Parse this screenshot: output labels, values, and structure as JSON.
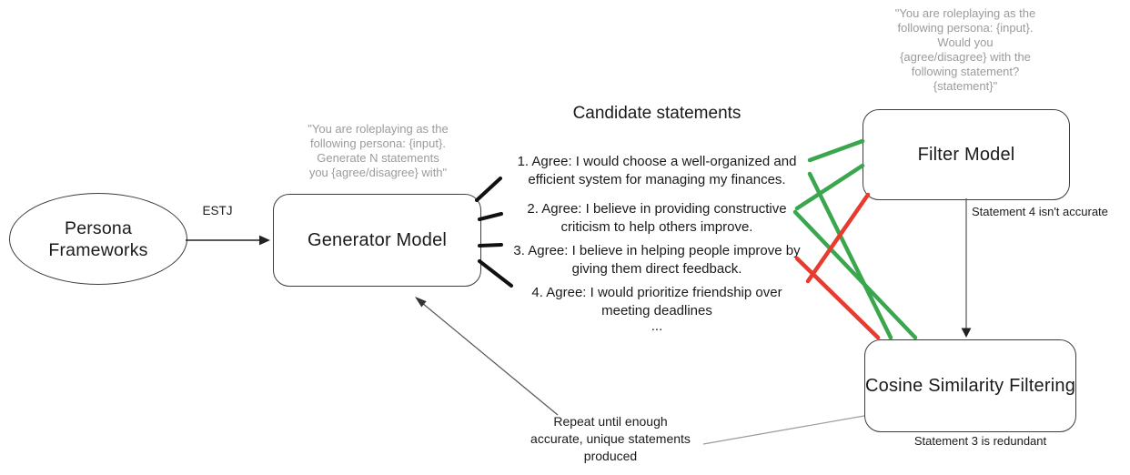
{
  "nodes": {
    "persona_frameworks": {
      "label": "Persona Frameworks"
    },
    "generator_model": {
      "label": "Generator Model",
      "prompt_lines": [
        "\"You are roleplaying as the",
        "following persona: {input}.",
        "Generate N statements",
        "you {agree/disagree} with\""
      ]
    },
    "filter_model": {
      "label": "Filter Model",
      "prompt_lines": [
        "\"You are roleplaying as the",
        "following persona: {input}.",
        "Would you",
        "{agree/disagree} with the",
        "following statement?",
        "{statement}\""
      ]
    },
    "cosine_filter": {
      "label": "Cosine Similarity Filtering",
      "note": "Statement 3 is redundant"
    }
  },
  "candidate_statements": {
    "title": "Candidate statements",
    "items": [
      {
        "line1": "1. Agree: I would choose a well-organized and",
        "line2": "efficient system for managing my finances."
      },
      {
        "line1": "2. Agree: I believe in providing constructive",
        "line2": "criticism to help others improve."
      },
      {
        "line1": "3. Agree: I believe in helping people improve by",
        "line2": "giving them direct feedback."
      },
      {
        "line1": "4. Agree: I would prioritize friendship over",
        "line2": "meeting deadlines"
      }
    ],
    "ellipsis": "..."
  },
  "edges": {
    "estj_label": "ESTJ",
    "filter_to_cosine_label": "Statement 4 isn't accurate",
    "repeat_lines": [
      "Repeat until enough",
      "accurate, unique statements",
      "produced"
    ]
  },
  "colors": {
    "accept_green": "#3aa64e",
    "reject_red": "#e83b30",
    "prompt_gray": "#9b9b9b",
    "connector_gray": "#9b9b9b",
    "ink": "#1a1a1a"
  }
}
